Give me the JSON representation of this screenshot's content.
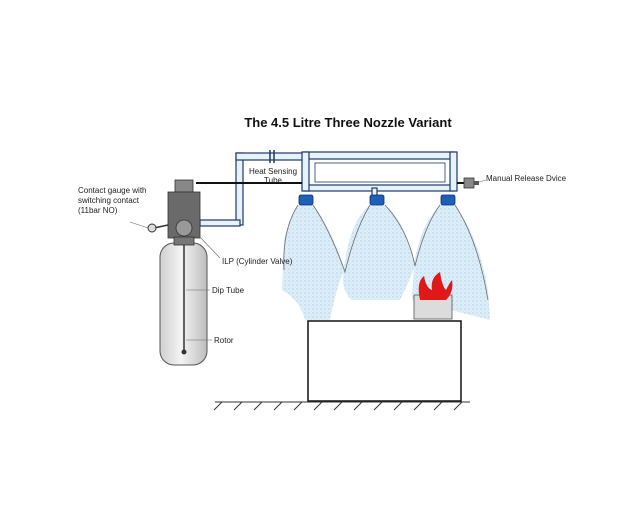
{
  "title": "The 4.5 Litre Three Nozzle Variant",
  "labels": {
    "contact_gauge_line1": "Contact gauge with",
    "contact_gauge_line2": "switching contact",
    "contact_gauge_line3": "(11bar NO)",
    "heat_sensing_line1": "Heat Sensing",
    "heat_sensing_line2": "Tube",
    "manual_release": "Manual Release Dvice",
    "ilp": "ILP (Cylinder Valve)",
    "dip_tube": "Dip Tube",
    "rotor": "Rotor"
  },
  "colors": {
    "pipe_fill": "#e8f2fb",
    "pipe_stroke": "#1b3a6b",
    "nozzle": "#1e5fb8",
    "spray": "#b9dcf0",
    "flame": "#e01818",
    "cylinder": "#e6e6e6",
    "ground": "#333333"
  }
}
